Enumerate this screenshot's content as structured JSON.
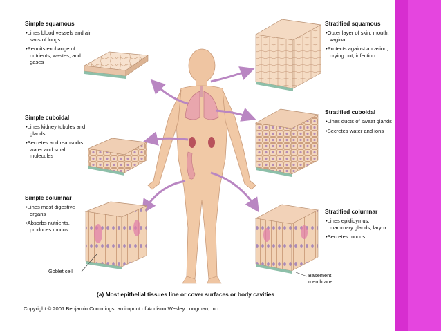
{
  "colors": {
    "stripe": "#d72ed0",
    "arrow": "#b986c2",
    "skin": "#f1c9a6",
    "lung": "#e9a6ad",
    "cell": "#f6dcc5"
  },
  "simple_squamous": {
    "title": "Simple squamous",
    "bullets": [
      "Lines blood vessels and air sacs of lungs",
      "Permits exchange of nutrients, wastes, and gases"
    ]
  },
  "simple_cuboidal": {
    "title": "Simple cuboidal",
    "bullets": [
      "Lines kidney tubules and glands",
      "Secretes and reabsorbs water and small molecules"
    ]
  },
  "simple_columnar": {
    "title": "Simple columnar",
    "bullets": [
      "Lines most digestive organs",
      "Absorbs nutrients, produces mucus"
    ]
  },
  "stratified_squamous": {
    "title": "Stratified squamous",
    "bullets": [
      "Outer layer of skin, mouth, vagina",
      "Protects against abrasion, drying out, infection"
    ]
  },
  "stratified_cuboidal": {
    "title": "Stratified cuboidal",
    "bullets": [
      "Lines ducts of sweat glands",
      "Secretes water and ions"
    ]
  },
  "stratified_columnar": {
    "title": "Stratified columnar",
    "bullets": [
      "Lines epididymus, mammary glands, larynx",
      "Secretes mucus"
    ]
  },
  "labels": {
    "goblet_cell": "Goblet cell",
    "basement_membrane": "Basement membrane"
  },
  "caption": "(a) Most epithelial tissues line or cover surfaces or body cavities",
  "copyright": "Copyright © 2001 Benjamin Cummings, an imprint of Addison Wesley Longman, Inc."
}
